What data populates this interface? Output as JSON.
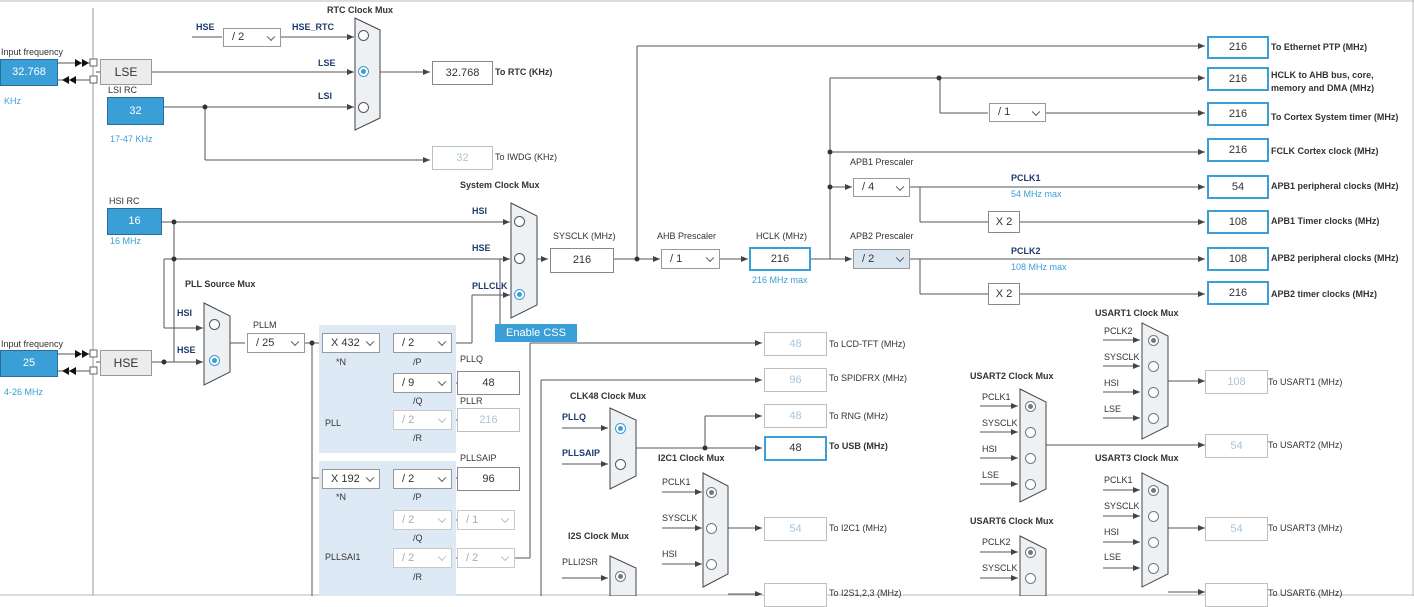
{
  "lse_input": {
    "title": "Input frequency",
    "value": "32.768",
    "unit": "KHz"
  },
  "lse_label": "LSE",
  "lsi": {
    "title": "LSI RC",
    "value": "32",
    "range": "17-47 KHz"
  },
  "hsi": {
    "title": "HSI RC",
    "value": "16",
    "note": "16 MHz"
  },
  "hse_input": {
    "title": "Input frequency",
    "value": "25",
    "range": "4-26 MHz"
  },
  "hse_label": "HSE",
  "rtc_mux": {
    "title": "RTC Clock Mux",
    "hse_label": "HSE",
    "hse_rtc_label": "HSE_RTC",
    "lse_label": "LSE",
    "lsi_label": "LSI",
    "div": "/ 2"
  },
  "rtc_out": {
    "value": "32.768",
    "label": "To RTC (KHz)"
  },
  "iwdg_out": {
    "value": "32",
    "label": "To IWDG (KHz)"
  },
  "sys_mux": {
    "title": "System Clock Mux",
    "hsi": "HSI",
    "hse": "HSE",
    "pllclk": "PLLCLK"
  },
  "enable_css": "Enable CSS",
  "sysclk": {
    "label": "SYSCLK (MHz)",
    "value": "216"
  },
  "ahb": {
    "label": "AHB Prescaler",
    "value": "/ 1"
  },
  "hclk": {
    "label": "HCLK (MHz)",
    "value": "216",
    "max": "216 MHz max"
  },
  "apb1": {
    "label": "APB1 Prescaler",
    "value": "/ 4",
    "pclk": "PCLK1",
    "max": "54 MHz max"
  },
  "apb2": {
    "label": "APB2 Prescaler",
    "value": "/ 2",
    "pclk": "PCLK2",
    "max": "108 MHz max"
  },
  "cortex_div": "/ 1",
  "x2a": "X 2",
  "x2b": "X 2",
  "outputs": [
    {
      "value": "216",
      "label": "To Ethernet PTP (MHz)"
    },
    {
      "value": "216",
      "label": "HCLK to AHB bus, core,",
      "label2": "memory and DMA (MHz)"
    },
    {
      "value": "216",
      "label": "To Cortex System timer (MHz)"
    },
    {
      "value": "216",
      "label": "FCLK Cortex clock (MHz)"
    },
    {
      "value": "54",
      "label": "APB1 peripheral clocks (MHz)"
    },
    {
      "value": "108",
      "label": "APB1 Timer clocks (MHz)"
    },
    {
      "value": "108",
      "label": "APB2 peripheral clocks (MHz)"
    },
    {
      "value": "216",
      "label": "APB2 timer clocks (MHz)"
    }
  ],
  "pll_mux": {
    "title": "PLL Source Mux",
    "hsi": "HSI",
    "hse": "HSE"
  },
  "pllm": {
    "label": "PLLM",
    "value": "/ 25"
  },
  "pll": {
    "name": "PLL",
    "n": "X 432",
    "n_lbl": "*N",
    "p": "/ 2",
    "p_lbl": "/P",
    "q": "/ 9",
    "q_lbl": "/Q",
    "r": "/ 2",
    "r_lbl": "/R",
    "pllq_label": "PLLQ",
    "pllq_value": "48",
    "pllr_label": "PLLR",
    "pllr_value": "216"
  },
  "pllsai": {
    "name": "PLLSAI1",
    "n": "X 192",
    "n_lbl": "*N",
    "p": "/ 2",
    "p_lbl": "/P",
    "q": "/ 2",
    "q_lbl": "/Q",
    "q2": "/ 1",
    "r": "/ 2",
    "r_lbl": "/R",
    "r2": "/ 2",
    "pllsaip_label": "PLLSAIP",
    "pllsaip_value": "96"
  },
  "lcd": {
    "value": "48",
    "label": "To LCD-TFT (MHz)"
  },
  "spdif": {
    "value": "96",
    "label": "To SPIDFRX (MHz)"
  },
  "clk48": {
    "title": "CLK48 Clock Mux",
    "pllq": "PLLQ",
    "pllsaip": "PLLSAIP"
  },
  "rng": {
    "value": "48",
    "label": "To RNG (MHz)"
  },
  "usb": {
    "value": "48",
    "label": "To USB (MHz)"
  },
  "i2c1": {
    "title": "I2C1 Clock Mux",
    "pclk": "PCLK1",
    "sysclk": "SYSCLK",
    "hsi": "HSI",
    "value": "54",
    "label": "To I2C1 (MHz)"
  },
  "i2s": {
    "title": "I2S Clock Mux",
    "src": "PLLI2SR",
    "label": "To I2S1,2,3 (MHz)"
  },
  "usart1": {
    "title": "USART1 Clock Mux",
    "pclk": "PCLK2",
    "sysclk": "SYSCLK",
    "hsi": "HSI",
    "lse": "LSE",
    "value": "108",
    "label": "To USART1 (MHz)"
  },
  "usart2": {
    "title": "USART2 Clock Mux",
    "pclk": "PCLK1",
    "sysclk": "SYSCLK",
    "hsi": "HSI",
    "lse": "LSE",
    "value": "54",
    "label": "To USART2 (MHz)"
  },
  "usart3": {
    "title": "USART3 Clock Mux",
    "pclk": "PCLK1",
    "sysclk": "SYSCLK",
    "hsi": "HSI",
    "lse": "LSE",
    "value": "54",
    "label": "To USART3 (MHz)"
  },
  "usart6": {
    "title": "USART6 Clock Mux",
    "pclk": "PCLK2",
    "sysclk": "SYSCLK",
    "label": "To USART6 (MHz)"
  }
}
